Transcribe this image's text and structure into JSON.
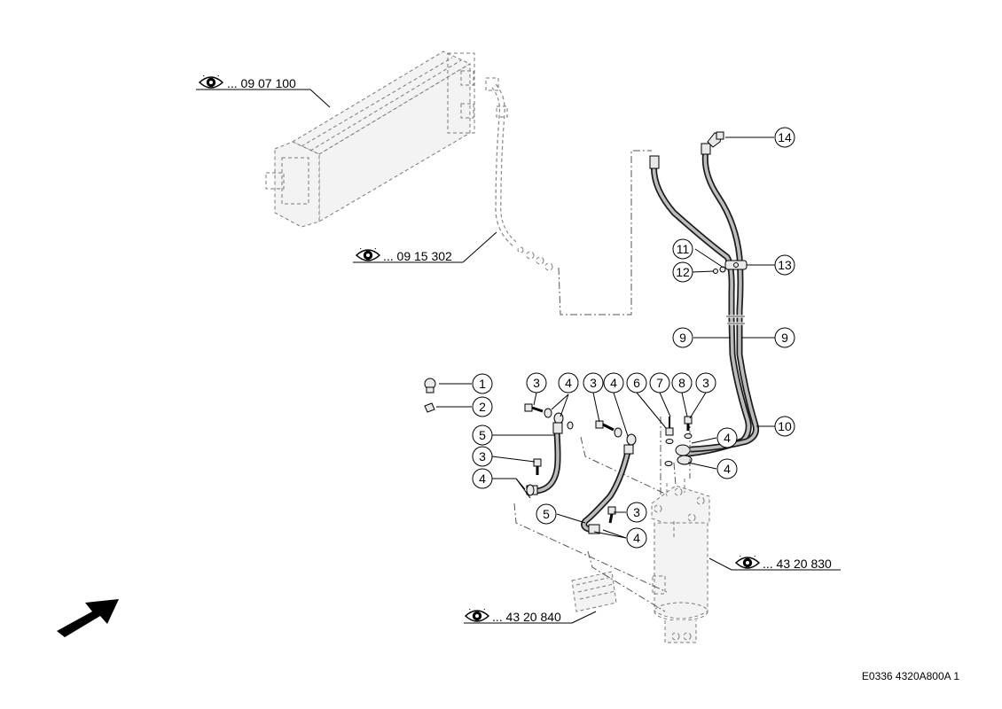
{
  "references": {
    "radiator": "... 09 07 100",
    "pipe": "... 09 15 302",
    "filter": "... 43 20 830",
    "bracket": "... 43 20 840"
  },
  "balloons": [
    "1",
    "2",
    "3",
    "4",
    "5",
    "6",
    "7",
    "8",
    "9",
    "10",
    "11",
    "12",
    "13",
    "14"
  ],
  "footer": {
    "code": "E0336 4320A800A 1"
  },
  "icons": {
    "reference": "eye-icon",
    "direction": "arrow-icon"
  }
}
